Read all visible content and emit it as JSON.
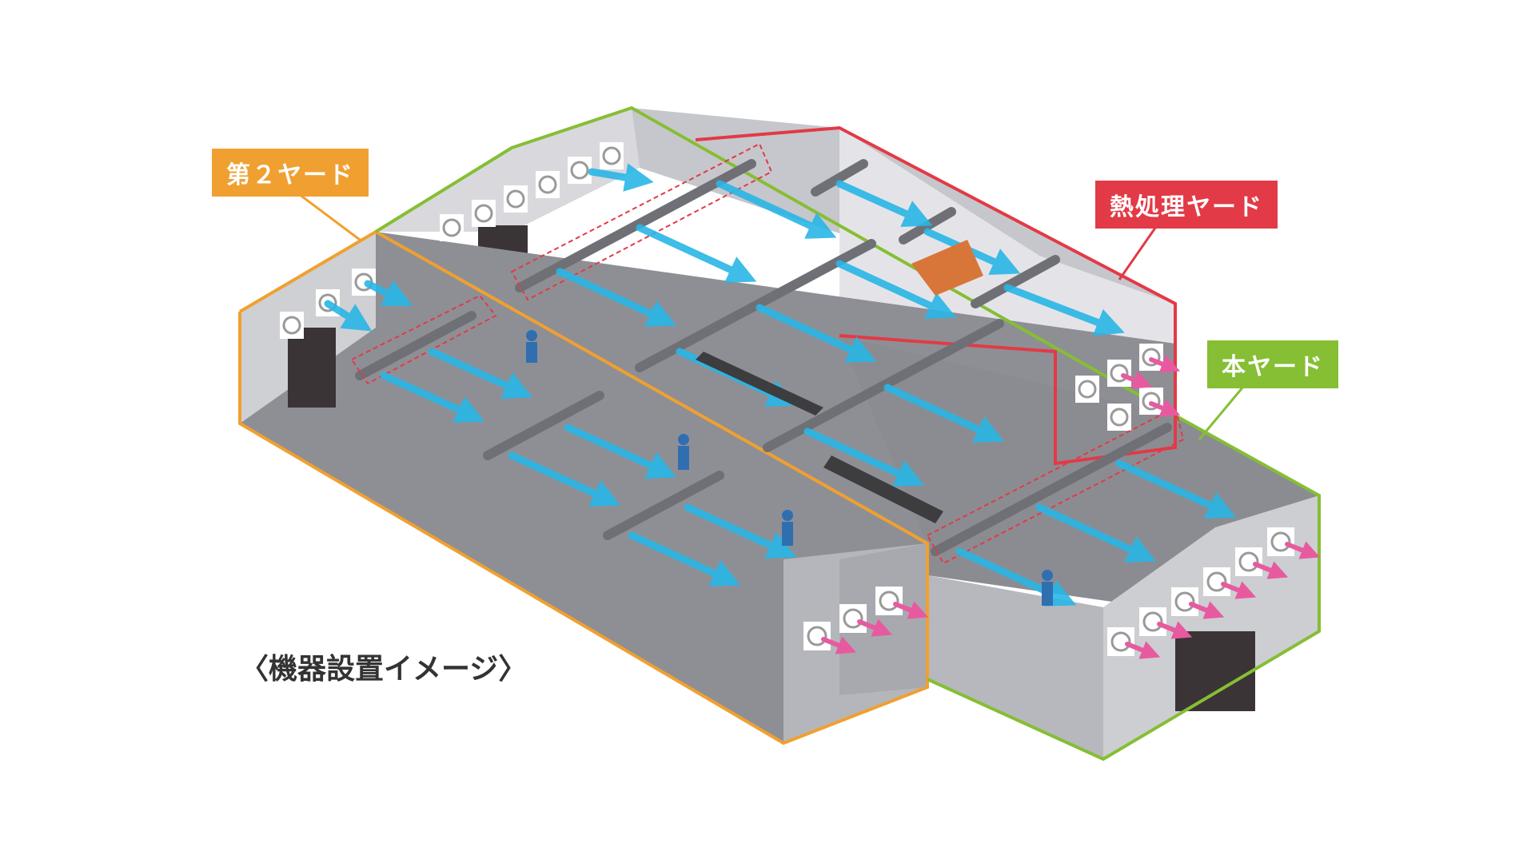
{
  "labels": {
    "yard2": "第２ヤード",
    "heat_treatment": "熱処理ヤード",
    "main": "本ヤード"
  },
  "caption": "〈機器設置イメージ〉",
  "colors": {
    "yard2_orange": "#f0a030",
    "heat_red": "#e23a46",
    "main_green": "#86be34",
    "airflow_blue": "#29b6e6",
    "exhaust_pink": "#e85aa0",
    "building_gray": "#9a9ca4"
  },
  "icons": [
    "wall-fan-icon",
    "air-unit-icon",
    "airflow-arrow-icon",
    "worker-icon"
  ]
}
